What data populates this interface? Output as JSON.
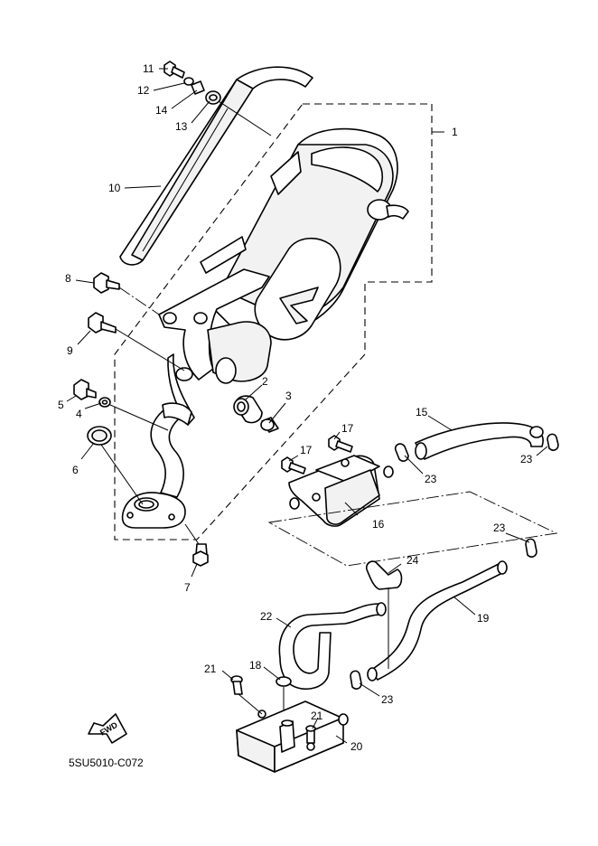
{
  "callouts": {
    "p1": "1",
    "p2": "2",
    "p3": "3",
    "p4": "4",
    "p5": "5",
    "p6": "6",
    "p7": "7",
    "p8": "8",
    "p9": "9",
    "p10": "10",
    "p11": "11",
    "p12": "12",
    "p13": "13",
    "p14": "14",
    "p15": "15",
    "p16": "16",
    "p17a": "17",
    "p17b": "17",
    "p18": "18",
    "p19": "19",
    "p20": "20",
    "p21a": "21",
    "p21b": "21",
    "p22": "22",
    "p23a": "23",
    "p23b": "23",
    "p23c": "23",
    "p23d": "23",
    "p24": "24"
  },
  "fwd_label": "FWD",
  "diagram_code": "5SU5010-C072"
}
